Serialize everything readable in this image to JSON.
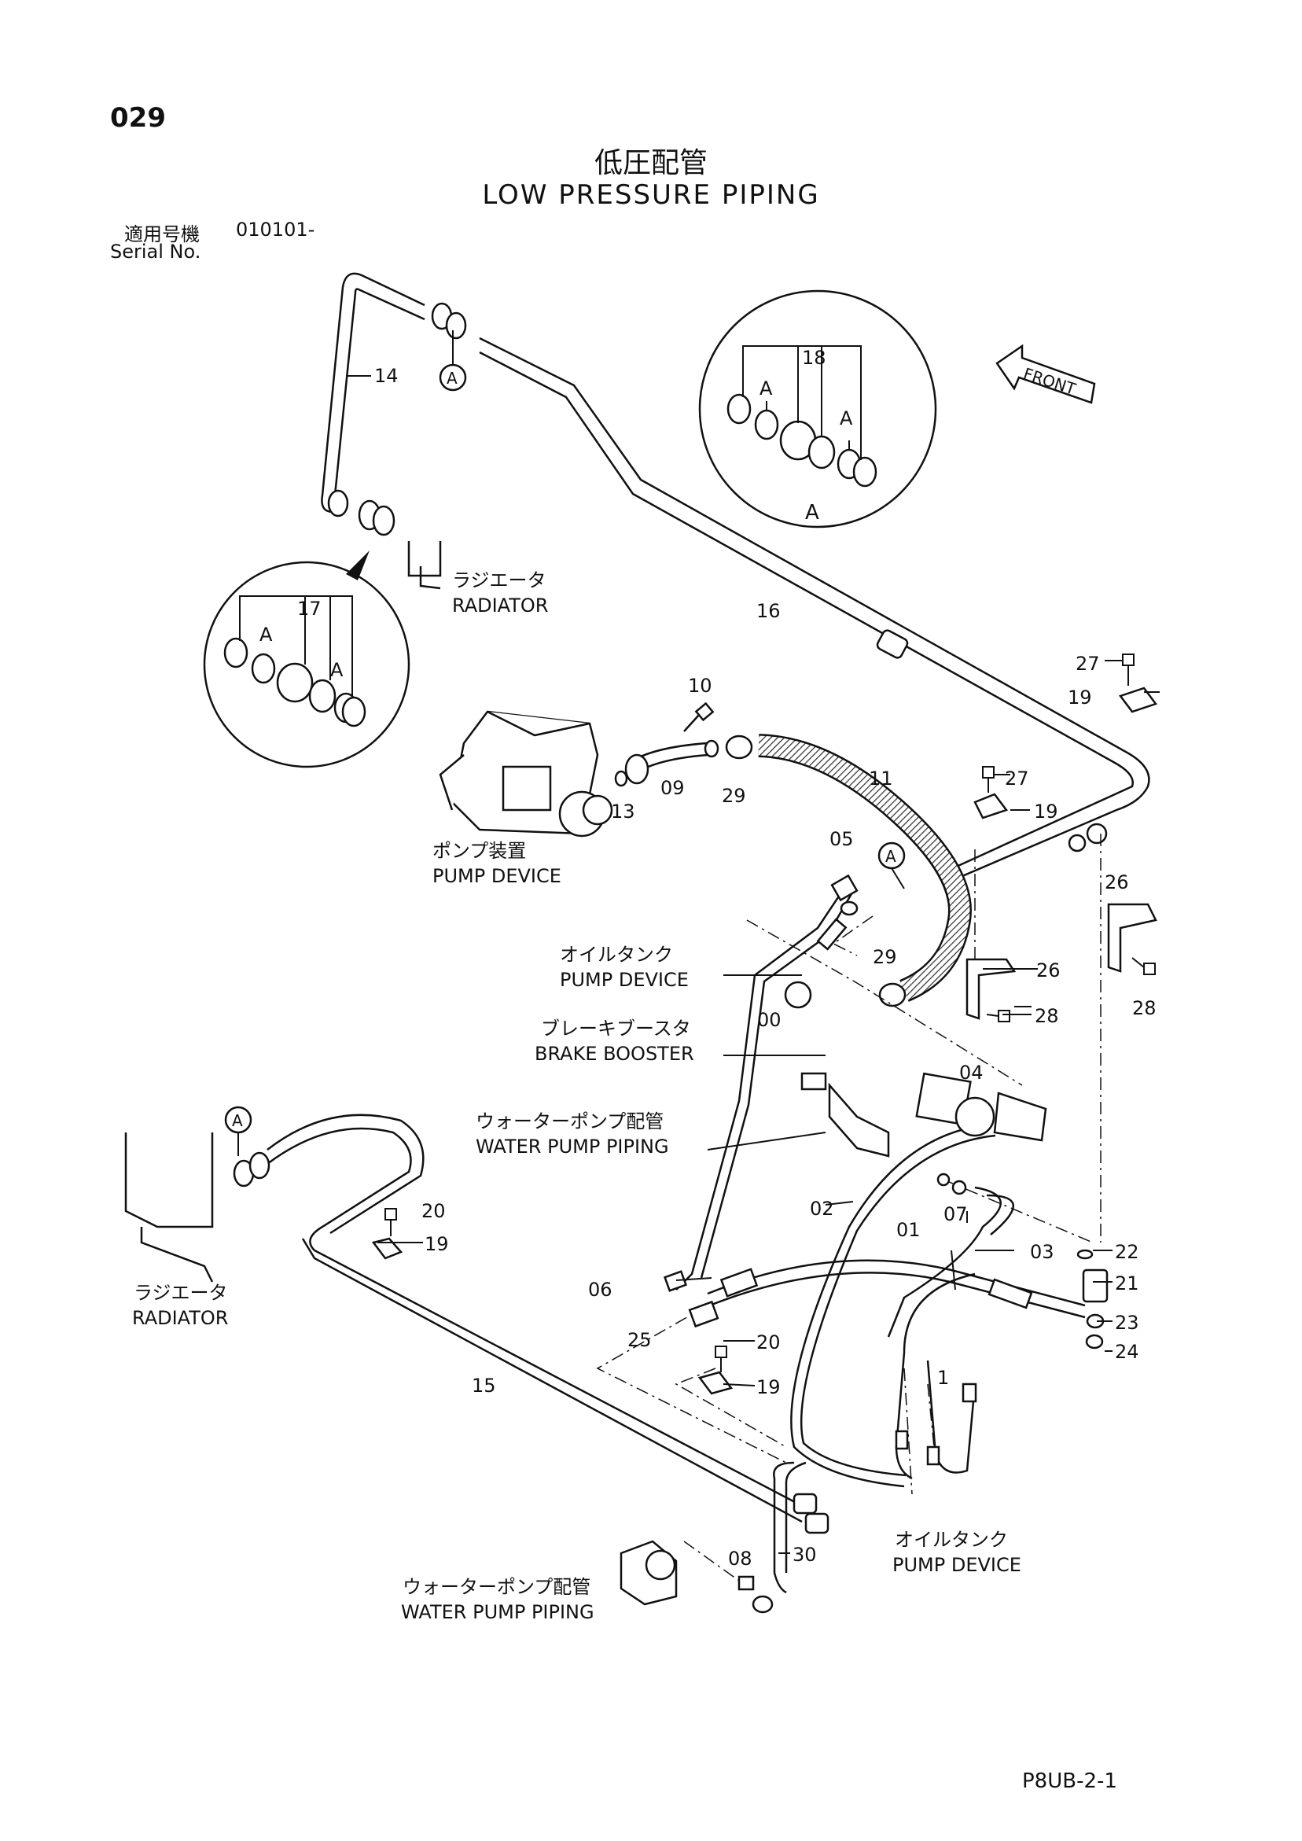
{
  "page_number": "029",
  "title_jp": "低圧配管",
  "title_en": "LOW PRESSURE PIPING",
  "serial": {
    "label_jp": "適用号機",
    "value": "010101-",
    "label_en": "Serial No."
  },
  "front_label": "FRONT",
  "detail_a_label": "A",
  "labels": {
    "radiator_jp": "ラジエータ",
    "radiator_en": "RADIATOR",
    "pump_device_jp": "ポンプ装置",
    "pump_device_en": "PUMP DEVICE",
    "oil_tank_jp": "オイルタンク",
    "oil_tank_en": "PUMP DEVICE",
    "brake_booster_jp": "ブレーキブースタ",
    "brake_booster_en": "BRAKE BOOSTER",
    "water_pump_jp": "ウォーターポンプ配管",
    "water_pump_en": "WATER PUMP PIPING"
  },
  "part_numbers": [
    "00",
    "01",
    "02",
    "03",
    "04",
    "05",
    "06",
    "07",
    "08",
    "09",
    "10",
    "11",
    "13",
    "14",
    "15",
    "16",
    "17",
    "18",
    "19",
    "20",
    "21",
    "22",
    "23",
    "24",
    "25",
    "26",
    "27",
    "28",
    "29",
    "30",
    "1"
  ],
  "footer_code": "P8UB-2-1"
}
